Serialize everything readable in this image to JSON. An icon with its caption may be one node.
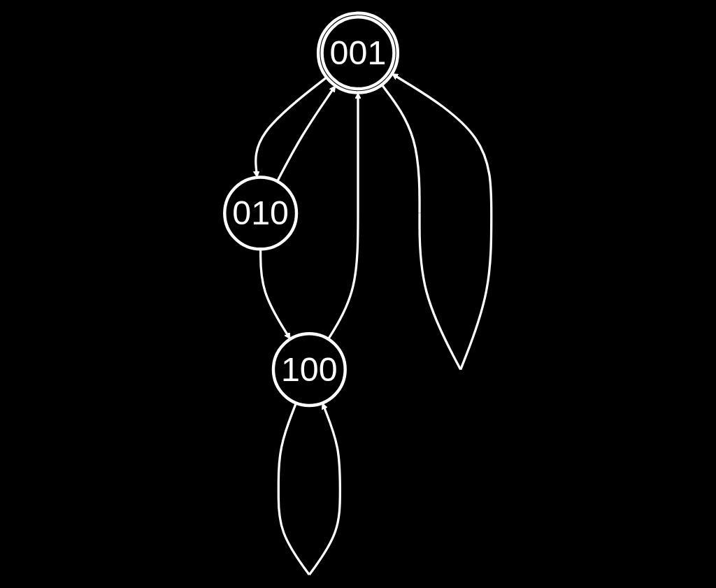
{
  "diagram": {
    "nodes": [
      {
        "text": [
          "001"
        ]
      },
      {
        "text": [
          "010"
        ]
      },
      {
        "text": [
          "100"
        ]
      }
    ],
    "edges": [
      {
        "from": 0,
        "to": 0,
        "arrow": "to"
      },
      {
        "from": 1,
        "to": 0,
        "arrow": "to"
      },
      {
        "from": 0,
        "to": 1,
        "arrow": "to"
      },
      {
        "from": 2,
        "to": 0,
        "arrow": "to"
      },
      {
        "from": 1,
        "to": 2,
        "arrow": "to"
      },
      {
        "from": 2,
        "to": 2,
        "arrow": "to"
      }
    ]
  }
}
